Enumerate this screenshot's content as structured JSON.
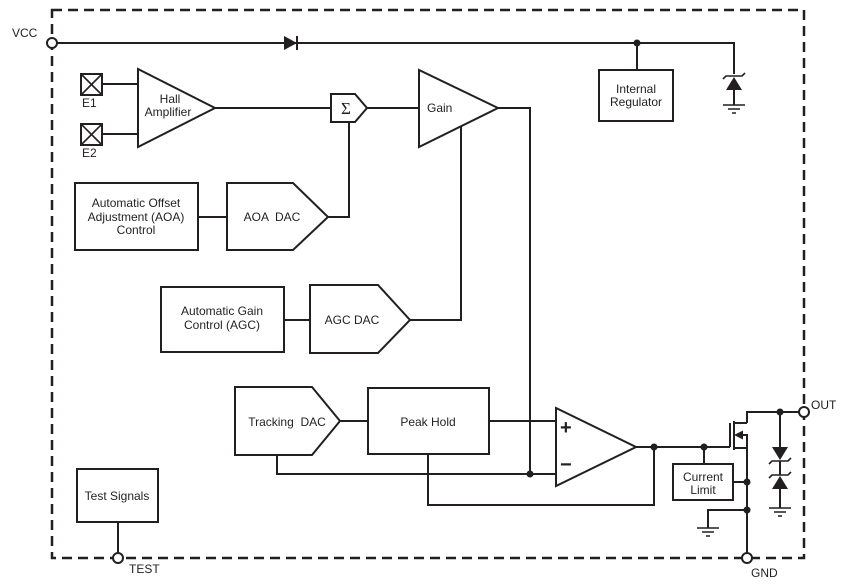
{
  "diagram": {
    "terminals": {
      "vcc": "VCC",
      "test": "TEST",
      "gnd": "GND",
      "out": "OUT"
    },
    "hall_inputs": {
      "e1": "E1",
      "e2": "E2"
    },
    "blocks": {
      "hall_amplifier": {
        "line1": "Hall",
        "line2": "Amplifier"
      },
      "summing": {
        "symbol": "Σ"
      },
      "gain": {
        "label": "Gain"
      },
      "internal_regulator": {
        "line1": "Internal",
        "line2": "Regulator"
      },
      "aoa_control": {
        "line1": "Automatic Offset",
        "line2": "Adjustment (AOA)",
        "line3": "Control"
      },
      "aoa_dac": {
        "label": "AOA  DAC"
      },
      "agc_control": {
        "line1": "Automatic Gain",
        "line2": "Control (AGC)"
      },
      "agc_dac": {
        "label": "AGC DAC"
      },
      "tracking_dac": {
        "label": "Tracking  DAC"
      },
      "peak_hold": {
        "label": "Peak Hold"
      },
      "comparator": {
        "plus": "+",
        "minus": "−"
      },
      "current_limit": {
        "line1": "Current",
        "line2": "Limit"
      },
      "test_signals": {
        "label": "Test Signals"
      }
    },
    "colors": {
      "line": "#231f20",
      "background": "#ffffff"
    }
  }
}
